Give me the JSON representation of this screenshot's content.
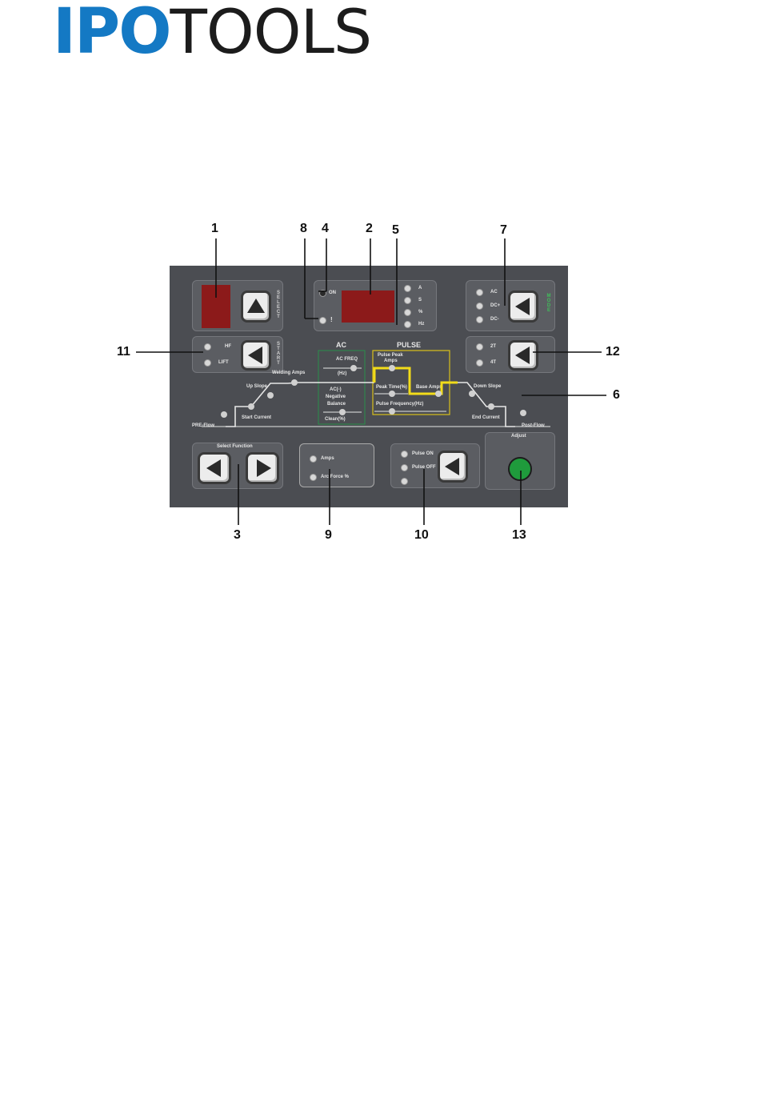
{
  "brand": {
    "part1": "IPO",
    "part2": "TOOLS",
    "color1": "#1479c4",
    "color2": "#1c1c1c"
  },
  "panel": {
    "select_label": "SELECT",
    "mode_label": "MODE",
    "start_label": "START",
    "ac_label": "AC",
    "pulse_label": "PULSE",
    "indicators": {
      "on": "ON",
      "warning": "!"
    },
    "units": [
      "A",
      "S",
      "%",
      "Hz"
    ],
    "modes": [
      "AC",
      "DC+",
      "DC-"
    ],
    "trigger": [
      "2T",
      "4T"
    ],
    "start_modes": [
      "HF",
      "LIFT"
    ],
    "select_function": "Select Function",
    "mma": [
      "Amps",
      "Arc Force %"
    ],
    "pulse_modes": [
      "Pulse ON",
      "Pulse OFF"
    ],
    "adjust": "Adjust",
    "diagram": {
      "pre_flow": "PRE-Flow",
      "start_current": "Start Current",
      "up_slope": "Up Slope",
      "welding_amps": "Welding Amps",
      "ac_freq": "AC FREQ",
      "hz": "(Hz)",
      "balance": [
        "AC(-)",
        "Negative",
        "Balance"
      ],
      "clean": "Clean(%)",
      "pulse_peak": [
        "Pulse Peak",
        "Amps"
      ],
      "peak_time": "Peak Time(%)",
      "base_amps": "Base Amps",
      "pulse_frequency": "Pulse Frequency(Hz)",
      "down_slope": "Down Slope",
      "end_current": "End Current",
      "post_flow": "Post-Flow"
    }
  },
  "callouts": [
    "1",
    "8",
    "4",
    "2",
    "5",
    "7",
    "11",
    "12",
    "6",
    "3",
    "9",
    "10",
    "13"
  ]
}
